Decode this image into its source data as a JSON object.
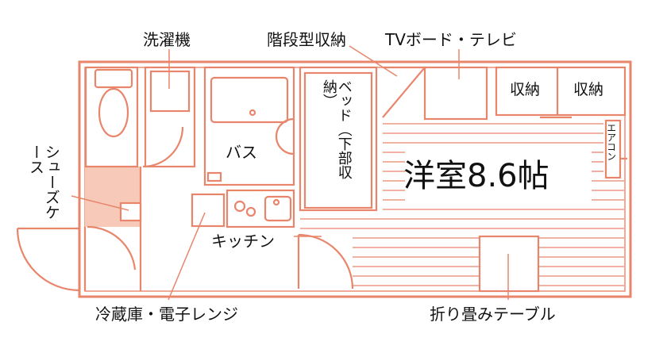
{
  "colors": {
    "wall": "#e8856b",
    "shoe_area": "#f6c9b8",
    "background": "#ffffff",
    "text": "#111111"
  },
  "labels": {
    "washer": "洗濯機",
    "stair_storage": "階段型収納",
    "tv_board": "TVボード・テレビ",
    "shoe_case": "シューズケース",
    "bath": "バス",
    "bed": "ベッド（下部収納）",
    "storage_1": "収納",
    "storage_2": "収納",
    "aircon": "エアコン",
    "room": "洋室8.6帖",
    "kitchen": "キッチン",
    "fridge_microwave": "冷蔵庫・電子レンジ",
    "folding_table": "折り畳みテーブル"
  }
}
